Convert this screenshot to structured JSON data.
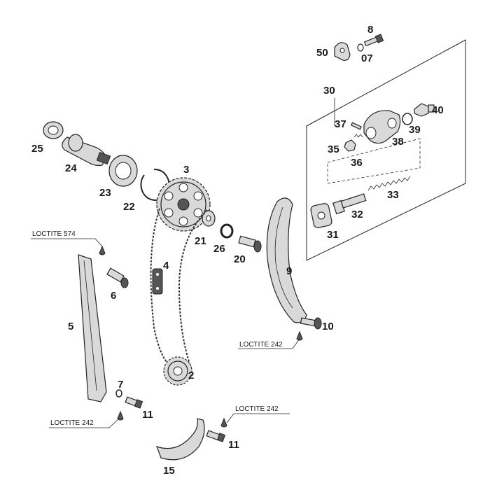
{
  "parts": [
    {
      "id": "p50",
      "label": "50"
    },
    {
      "id": "p8",
      "label": "8"
    },
    {
      "id": "p07",
      "label": "07"
    },
    {
      "id": "p30",
      "label": "30"
    },
    {
      "id": "p40",
      "label": "40"
    },
    {
      "id": "p37",
      "label": "37"
    },
    {
      "id": "p39",
      "label": "39"
    },
    {
      "id": "p38",
      "label": "38"
    },
    {
      "id": "p35",
      "label": "35"
    },
    {
      "id": "p36",
      "label": "36"
    },
    {
      "id": "p33",
      "label": "33"
    },
    {
      "id": "p32",
      "label": "32"
    },
    {
      "id": "p31",
      "label": "31"
    },
    {
      "id": "p25",
      "label": "25"
    },
    {
      "id": "p24",
      "label": "24"
    },
    {
      "id": "p23",
      "label": "23"
    },
    {
      "id": "p22",
      "label": "22"
    },
    {
      "id": "p3",
      "label": "3"
    },
    {
      "id": "p21",
      "label": "21"
    },
    {
      "id": "p26",
      "label": "26"
    },
    {
      "id": "p20",
      "label": "20"
    },
    {
      "id": "p9",
      "label": "9"
    },
    {
      "id": "p4",
      "label": "4"
    },
    {
      "id": "p6",
      "label": "6"
    },
    {
      "id": "p5",
      "label": "5"
    },
    {
      "id": "p10",
      "label": "10"
    },
    {
      "id": "p2",
      "label": "2"
    },
    {
      "id": "p7",
      "label": "7"
    },
    {
      "id": "p11a",
      "label": "11"
    },
    {
      "id": "p11b",
      "label": "11"
    },
    {
      "id": "p15",
      "label": "15"
    }
  ],
  "callouts": {
    "loctite_574": "LOCTITE 574",
    "loctite_242_right": "LOCTITE 242",
    "loctite_242_left": "LOCTITE 242",
    "loctite_242_bottom": "LOCTITE 242"
  }
}
